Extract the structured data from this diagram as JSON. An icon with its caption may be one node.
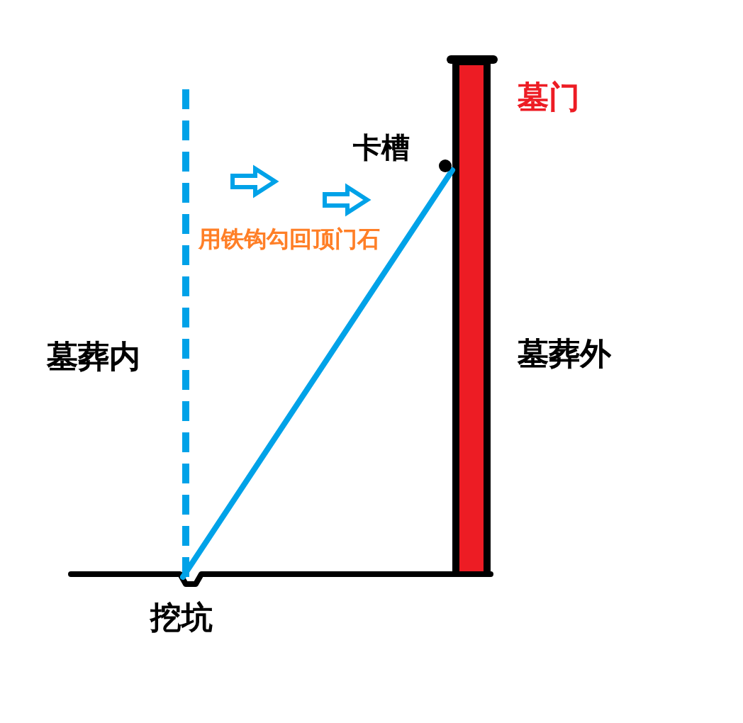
{
  "diagram": {
    "labels": [
      "墓门",
      "卡槽",
      "用铁钩勾回顶门石",
      "墓葬内",
      "墓葬外",
      "挖坑"
    ]
  }
}
